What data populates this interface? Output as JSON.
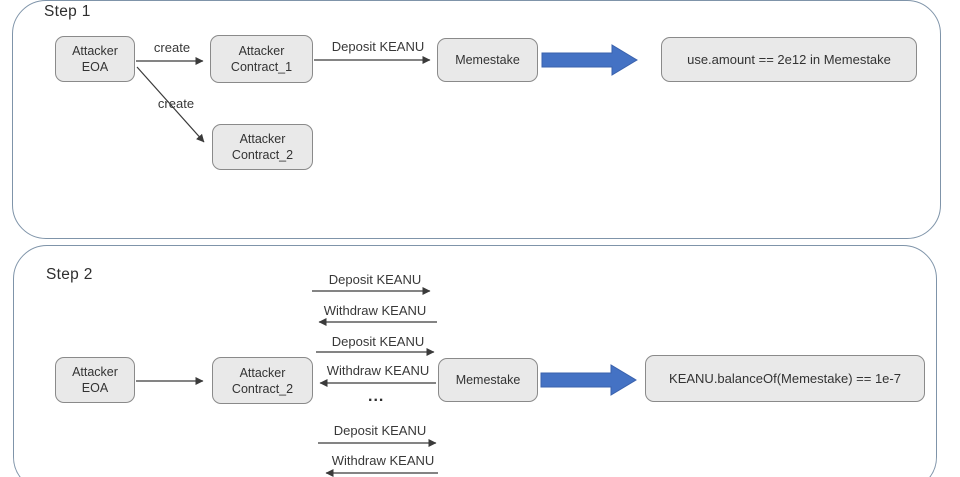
{
  "colors": {
    "container_border": "#7f94a9",
    "node_fill": "#e9e9e9",
    "node_border": "#8a8a8a",
    "arrow": "#3a3a3a",
    "block_arrow": "#4472c4",
    "text": "#333333"
  },
  "step1": {
    "label": "Step 1",
    "nodes": {
      "attacker_eoa": "Attacker\nEOA",
      "attacker_contract_1": "Attacker\nContract_1",
      "attacker_contract_2": "Attacker\nContract_2",
      "memestake": "Memestake"
    },
    "edge_labels": {
      "create_1": "create",
      "create_2": "create",
      "deposit": "Deposit KEANU"
    },
    "result": "use.amount == 2e12 in Memestake"
  },
  "step2": {
    "label": "Step 2",
    "nodes": {
      "attacker_eoa": "Attacker\nEOA",
      "attacker_contract_2": "Attacker\nContract_2",
      "memestake": "Memestake"
    },
    "exchange_labels": [
      "Deposit KEANU",
      "Withdraw KEANU",
      "Deposit KEANU",
      "Withdraw KEANU",
      "Deposit KEANU",
      "Withdraw KEANU"
    ],
    "ellipsis": "...",
    "result": "KEANU.balanceOf(Memestake) == 1e-7"
  }
}
